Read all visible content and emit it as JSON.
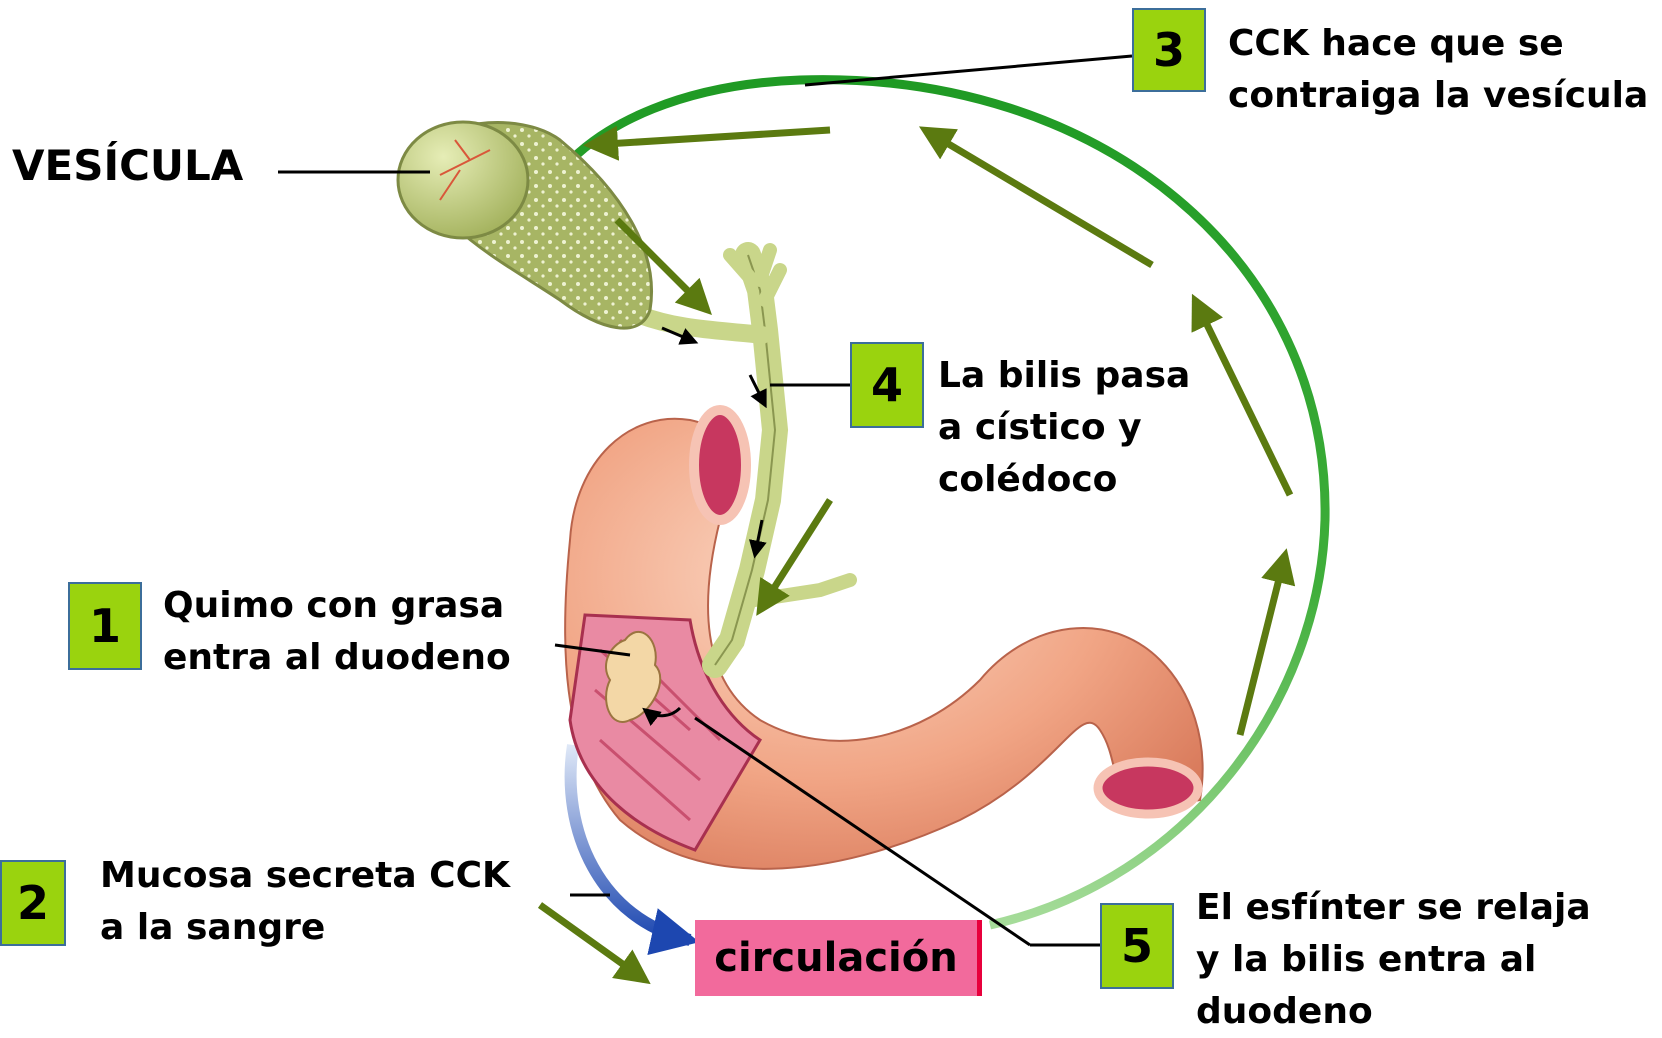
{
  "labels": {
    "gallbladder": "VESÍCULA",
    "step1": "Quimo con grasa\nentra al duodeno",
    "step2": "Mucosa secreta CCK\na la sangre",
    "step3": "CCK hace que se\ncontraiga la vesícula",
    "step4": "La bilis pasa\na cístico y\ncolédoco",
    "step5": "El esfínter se relaja\ny la bilis entra al\nduodeno",
    "circulation": "circulación"
  },
  "steps": [
    "1",
    "2",
    "3",
    "4",
    "5"
  ],
  "colors": {
    "number_box": "#9ad30e",
    "circulation_box": "#f26a9c",
    "arrow_olive": "#5b7a10",
    "loop_green": "#2e9e2e",
    "blood_arrow": "#1f4fb5",
    "intestine": "#f0a98a",
    "gallbladder": "#c9d68a"
  }
}
